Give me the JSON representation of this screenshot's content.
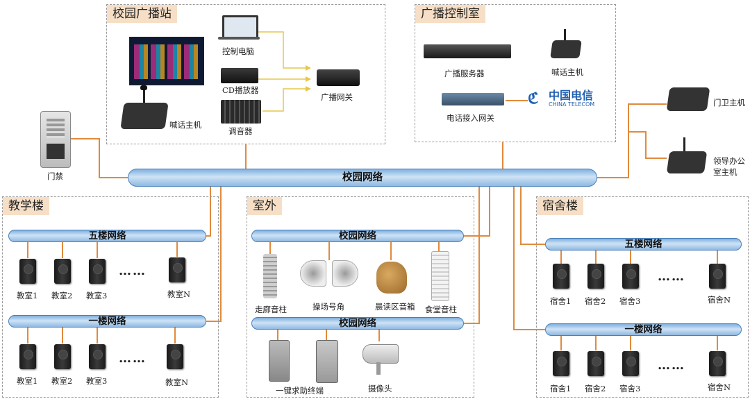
{
  "groups": {
    "station": "校园广播站",
    "control": "广播控制室",
    "teaching": "教学楼",
    "outdoor": "室外",
    "dorm": "宿舍楼"
  },
  "networks": {
    "campus": "校园网络",
    "teach_5f": "五楼网络",
    "teach_1f": "一楼网络",
    "out_1": "校园网络",
    "out_2": "校园网络",
    "dorm_5f": "五楼网络",
    "dorm_1f": "一楼网络"
  },
  "station": {
    "pc": "控制电脑",
    "cd": "CD播放器",
    "mixer": "调音器",
    "gateway": "广播网关",
    "host": "喊话主机"
  },
  "control": {
    "server": "广播服务器",
    "host": "喊话主机",
    "phone_gw": "电话接入网关",
    "telecom_cn": "中国电信",
    "telecom_en": "CHINA TELECOM"
  },
  "door": "门禁",
  "right": {
    "guard": "门卫主机",
    "leader_1": "领导办公",
    "leader_2": "室主机"
  },
  "teaching": {
    "r5": [
      "教室1",
      "教室2",
      "教室3",
      "教室N"
    ],
    "r1": [
      "教室1",
      "教室2",
      "教室3",
      "教室N"
    ],
    "dots": "……"
  },
  "dorm": {
    "r5": [
      "宿舍1",
      "宿舍2",
      "宿舍3",
      "宿舍N"
    ],
    "r1": [
      "宿舍1",
      "宿舍2",
      "宿舍3",
      "宿舍N"
    ],
    "dots": "……"
  },
  "outdoor": {
    "corridor": "走廊音柱",
    "horn": "操场号角",
    "garden": "晨读区音箱",
    "canteen": "食堂音柱",
    "help": "一键求助终端",
    "camera": "摄像头"
  },
  "colors": {
    "wire": "#e08a3c",
    "arrow": "#e8c64a",
    "pipe": "#4a7fb8",
    "title_bg": "#f6dfc6"
  }
}
